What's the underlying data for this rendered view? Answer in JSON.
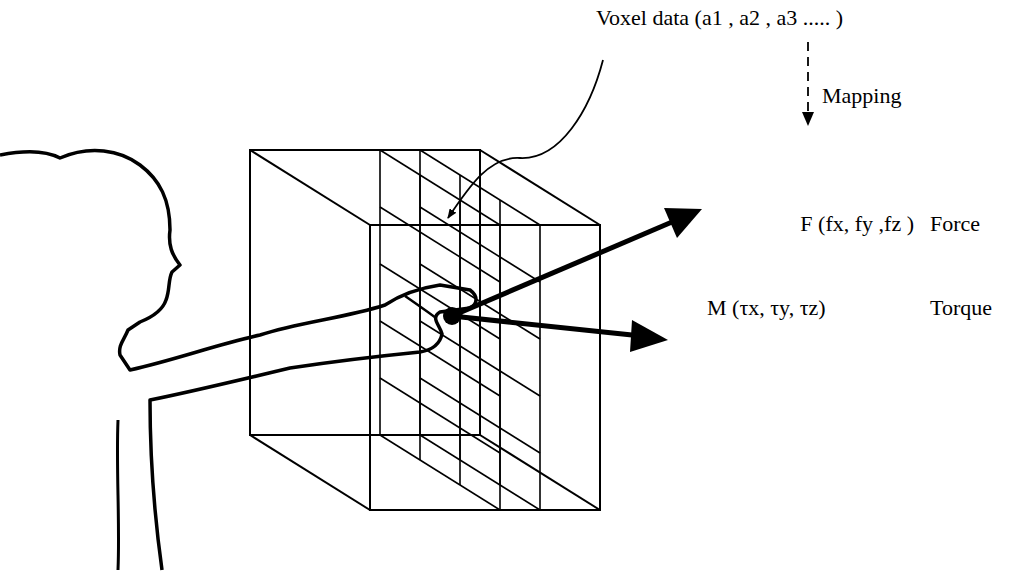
{
  "diagram": {
    "labels": [
      "Voxel data (a1 , a2 , a3 ..... )",
      "Mapping",
      "F (fx, fy ,fz )",
      "Force",
      "M (τx, τy, τz)",
      "Torque"
    ]
  }
}
